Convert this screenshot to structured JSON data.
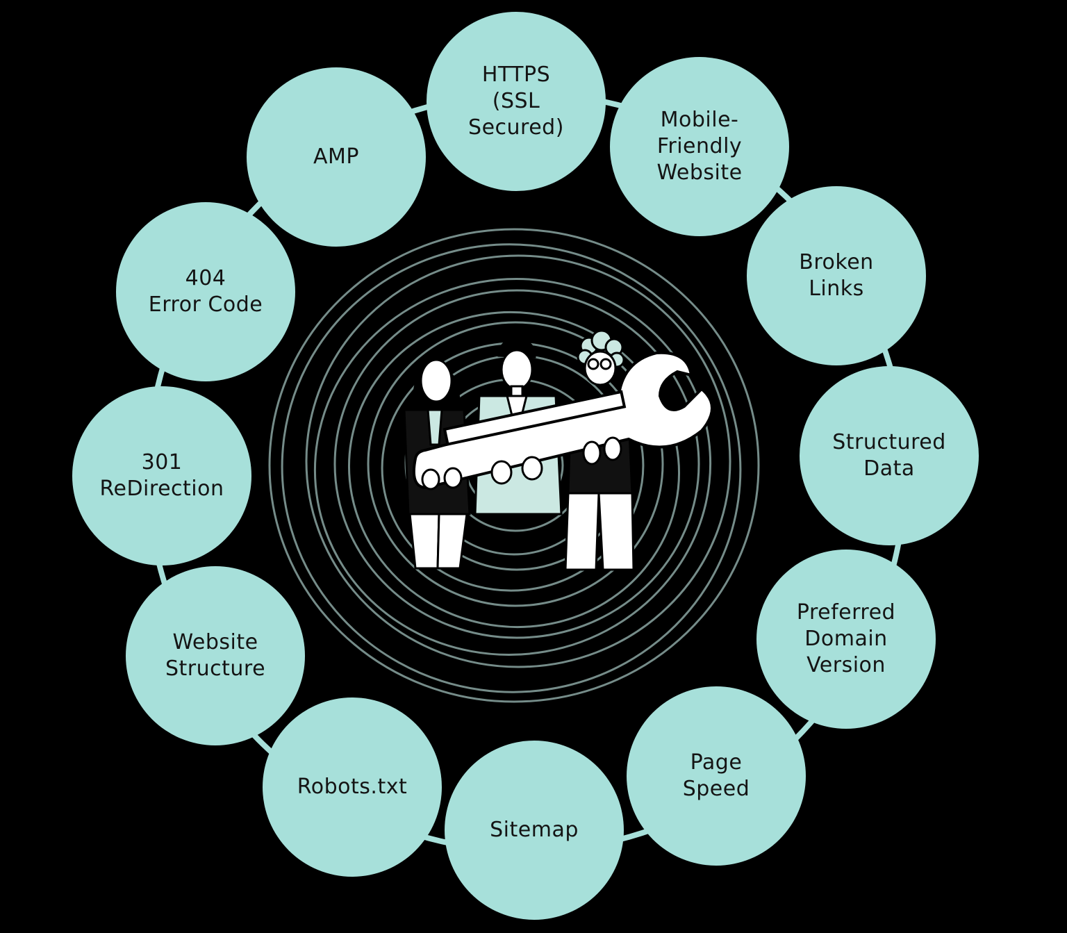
{
  "diagram": {
    "nodes": [
      {
        "id": "https",
        "label": "HTTPS\n(SSL\nSecured)"
      },
      {
        "id": "mobile",
        "label": "Mobile-\nFriendly\nWebsite"
      },
      {
        "id": "broken",
        "label": "Broken\nLinks"
      },
      {
        "id": "struct",
        "label": "Structured\nData"
      },
      {
        "id": "pref",
        "label": "Preferred\nDomain\nVersion"
      },
      {
        "id": "speed",
        "label": "Page\nSpeed"
      },
      {
        "id": "sitemap",
        "label": "Sitemap"
      },
      {
        "id": "robots",
        "label": "Robots.txt"
      },
      {
        "id": "webstr",
        "label": "Website\nStructure"
      },
      {
        "id": "r301",
        "label": "301\nReDirection"
      },
      {
        "id": "e404",
        "label": "404\nError Code"
      },
      {
        "id": "amp",
        "label": "AMP"
      }
    ],
    "colors": {
      "node_fill": "#a7e0da",
      "connector": "#a7e0da",
      "background": "#000000",
      "swirl": "#8aa5a2",
      "figure_accent": "#cbe8e2"
    },
    "center_illustration": "three-people-holding-wrench-icon"
  }
}
